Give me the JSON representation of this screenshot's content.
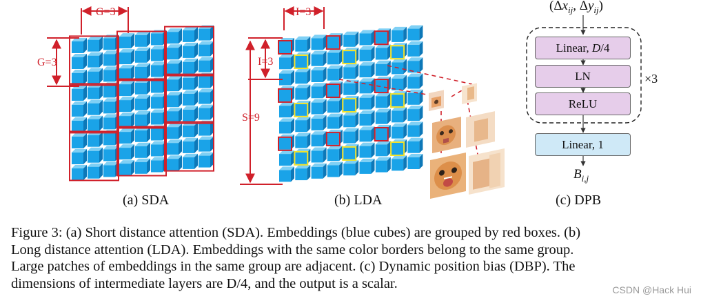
{
  "figure": {
    "sda": {
      "label": "(a) SDA",
      "group_size_label": "G=3",
      "group_height_label": "G=3"
    },
    "lda": {
      "label": "(b) LDA",
      "interval_label": "I=3",
      "interval_height_label": "I=3",
      "size_label": "S=9"
    },
    "dpb": {
      "label": "(c) DPB",
      "input": "(Δx_ij, Δy_ij)",
      "input_parts": {
        "open": "(Δ",
        "x": "x",
        "x_sub": "ij",
        "mid": ", Δ",
        "y": "y",
        "y_sub": "ij",
        "close": ")"
      },
      "layers": [
        "Linear, D/4",
        "LN",
        "ReLU"
      ],
      "linear1_parts": {
        "text": "Linear, ",
        "var": "D",
        "rest": "/4"
      },
      "repeat": "×3",
      "final_layer": "Linear, 1",
      "output": "B_i,j",
      "output_parts": {
        "var": "B",
        "sub": "i,j"
      }
    },
    "colors": {
      "cube_face": "#1aa3e8",
      "cube_top": "#7fd0f5",
      "cube_side": "#0d78b8",
      "group_border": "#d0202a",
      "alt_border": "#f2e22a",
      "dpb_purple": "#e6cdea",
      "dpb_blue": "#cfe9f7"
    }
  },
  "caption": {
    "lines": [
      "Figure 3: (a) Short distance attention (SDA). Embeddings (blue cubes) are grouped by red boxes. (b)",
      "Long distance attention (LDA). Embeddings with the same color borders belong to the same group.",
      "Large patches of embeddings in the same group are adjacent. (c) Dynamic position bias (DBP). The",
      "dimensions of intermediate layers are D/4, and the output is a scalar."
    ]
  },
  "watermark": "CSDN @Hack Hui"
}
